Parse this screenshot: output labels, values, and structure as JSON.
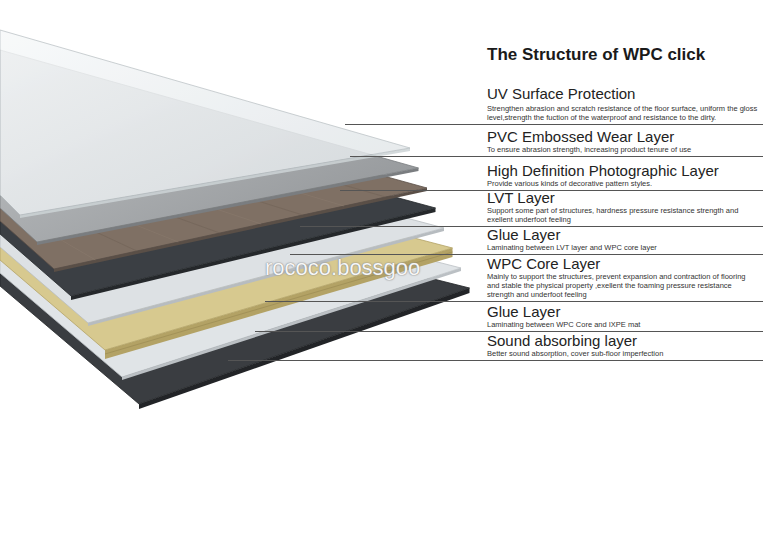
{
  "diagram": {
    "title": "The Structure of WPC click",
    "labels": [
      "UV Surface Protection",
      "Strengthen abrasion and scratch resistance of the floor surface, uniform the gloss level,strength the fuction of the waterproof and resistance to the dirty.",
      "PVC Embossed Wear Layer",
      "To ensure abrasion strength, increasing product tenure of use",
      "High Definition Photographic Layer",
      "Provide various kinds of decorative pattern styles.",
      "LVT  Layer",
      "Support some part of structures, hardness pressure resistance strength and exellent underfoot feeling",
      "Glue Layer",
      "Laminating between LVT layer and WPC core layer",
      "WPC Core Layer",
      "Mainly to support the structures, prevent expansion and contraction of flooring and stable the physical property ,exellent the foaming pressure resistance strength and underfoot feeling",
      "Glue Layer",
      "Laminating between WPC Core and IXPE mat",
      "Sound absorbing layer",
      "Better sound absorption, cover sub-floor imperfection",
      "rococo.bossgoo"
    ]
  }
}
